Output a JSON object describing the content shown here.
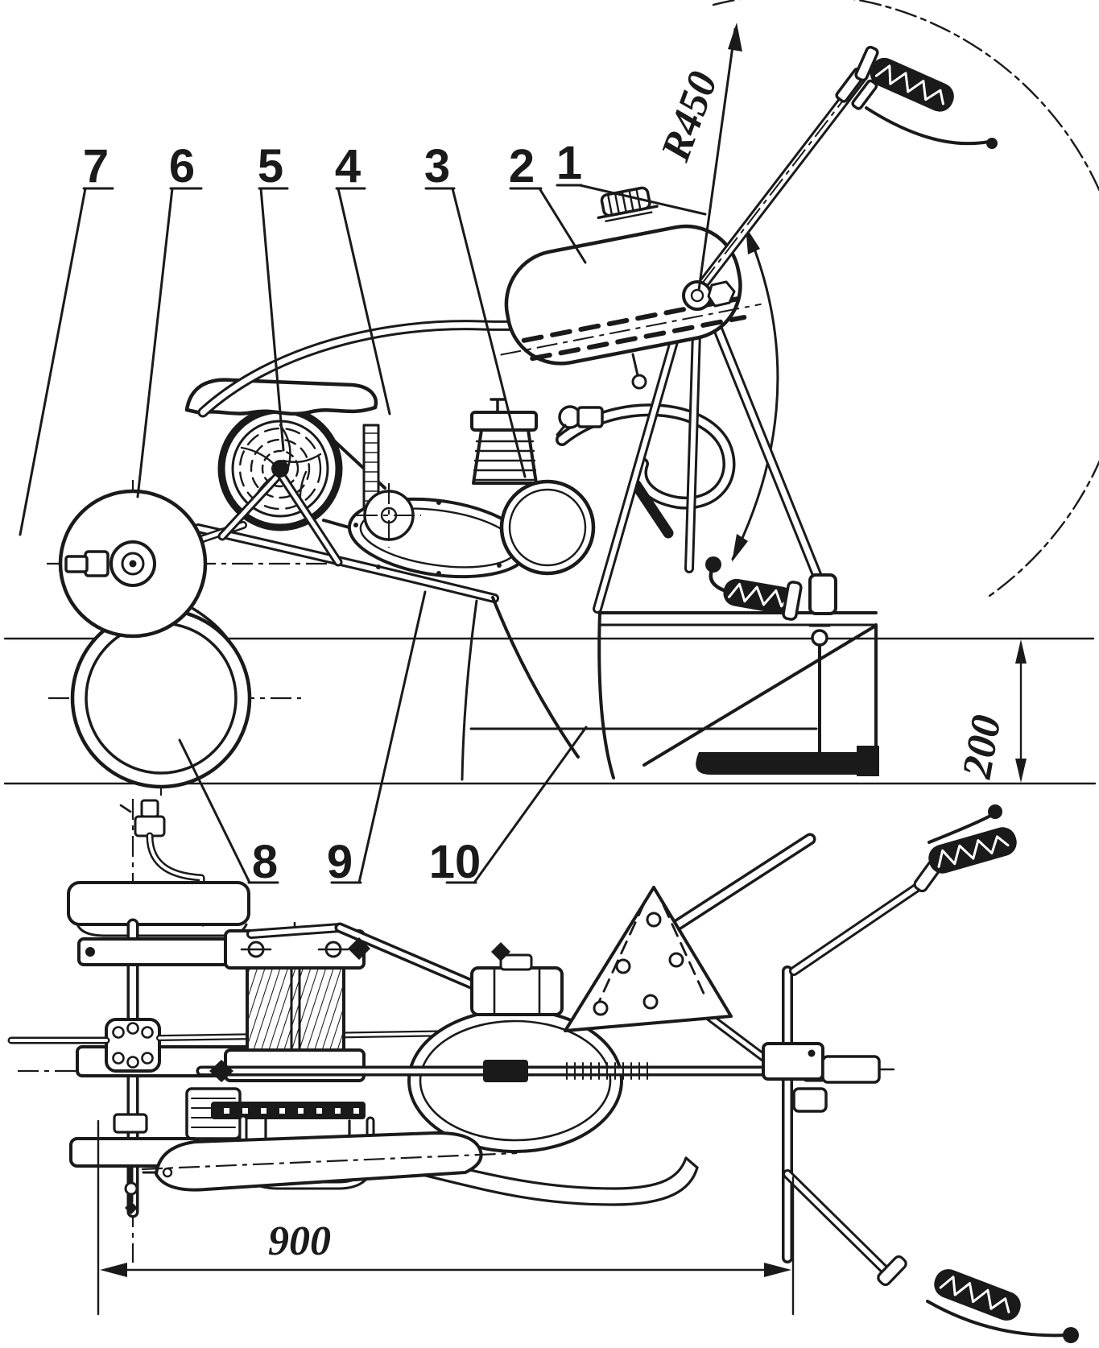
{
  "drawing": {
    "colors": {
      "ink": "#1a1a1a",
      "paper": "#ffffff"
    },
    "callouts": [
      {
        "label": "1"
      },
      {
        "label": "2"
      },
      {
        "label": "3"
      },
      {
        "label": "4"
      },
      {
        "label": "5"
      },
      {
        "label": "6"
      },
      {
        "label": "7"
      },
      {
        "label": "8"
      },
      {
        "label": "9"
      },
      {
        "label": "10"
      }
    ],
    "dimensions": {
      "radius_label": "R450",
      "height_label": "200",
      "length_label": "900"
    }
  }
}
